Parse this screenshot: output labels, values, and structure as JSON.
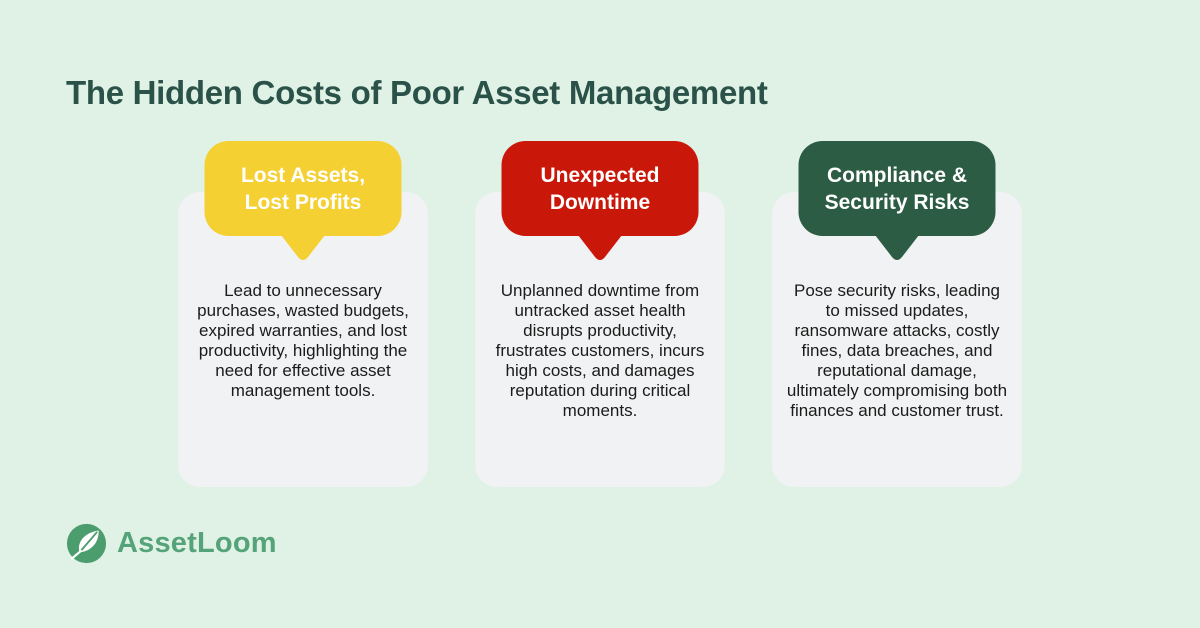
{
  "page": {
    "background_color": "#e0f2e6",
    "title": "The Hidden Costs of Poor Asset Management",
    "title_color": "#2b5249"
  },
  "card_style": {
    "background_color": "#f1f2f3",
    "body_text_color": "#1b1b1b",
    "badge_text_color": "#ffffff"
  },
  "cards": [
    {
      "badge": "Lost Assets,\nLost Profits",
      "badge_color": "#f4d033",
      "body": "Lead to unnecessary purchases, wasted budgets, expired warranties, and lost productivity, highlighting the need for effective asset management tools."
    },
    {
      "badge": "Unexpected\nDowntime",
      "badge_color": "#c9170a",
      "body": "Unplanned downtime from untracked asset health disrupts productivity, frustrates customers, incurs high costs, and damages reputation during critical moments."
    },
    {
      "badge": "Compliance &\nSecurity Risks",
      "badge_color": "#2c5c44",
      "body": "Pose security risks, leading to missed updates, ransomware attacks, costly fines, data breaches, and reputational damage, ultimately compromising both finances and customer trust."
    }
  ],
  "logo": {
    "text": "AssetLoom",
    "text_color": "#55a378",
    "icon_color": "#4c9d6d",
    "icon": "leaf-icon"
  }
}
